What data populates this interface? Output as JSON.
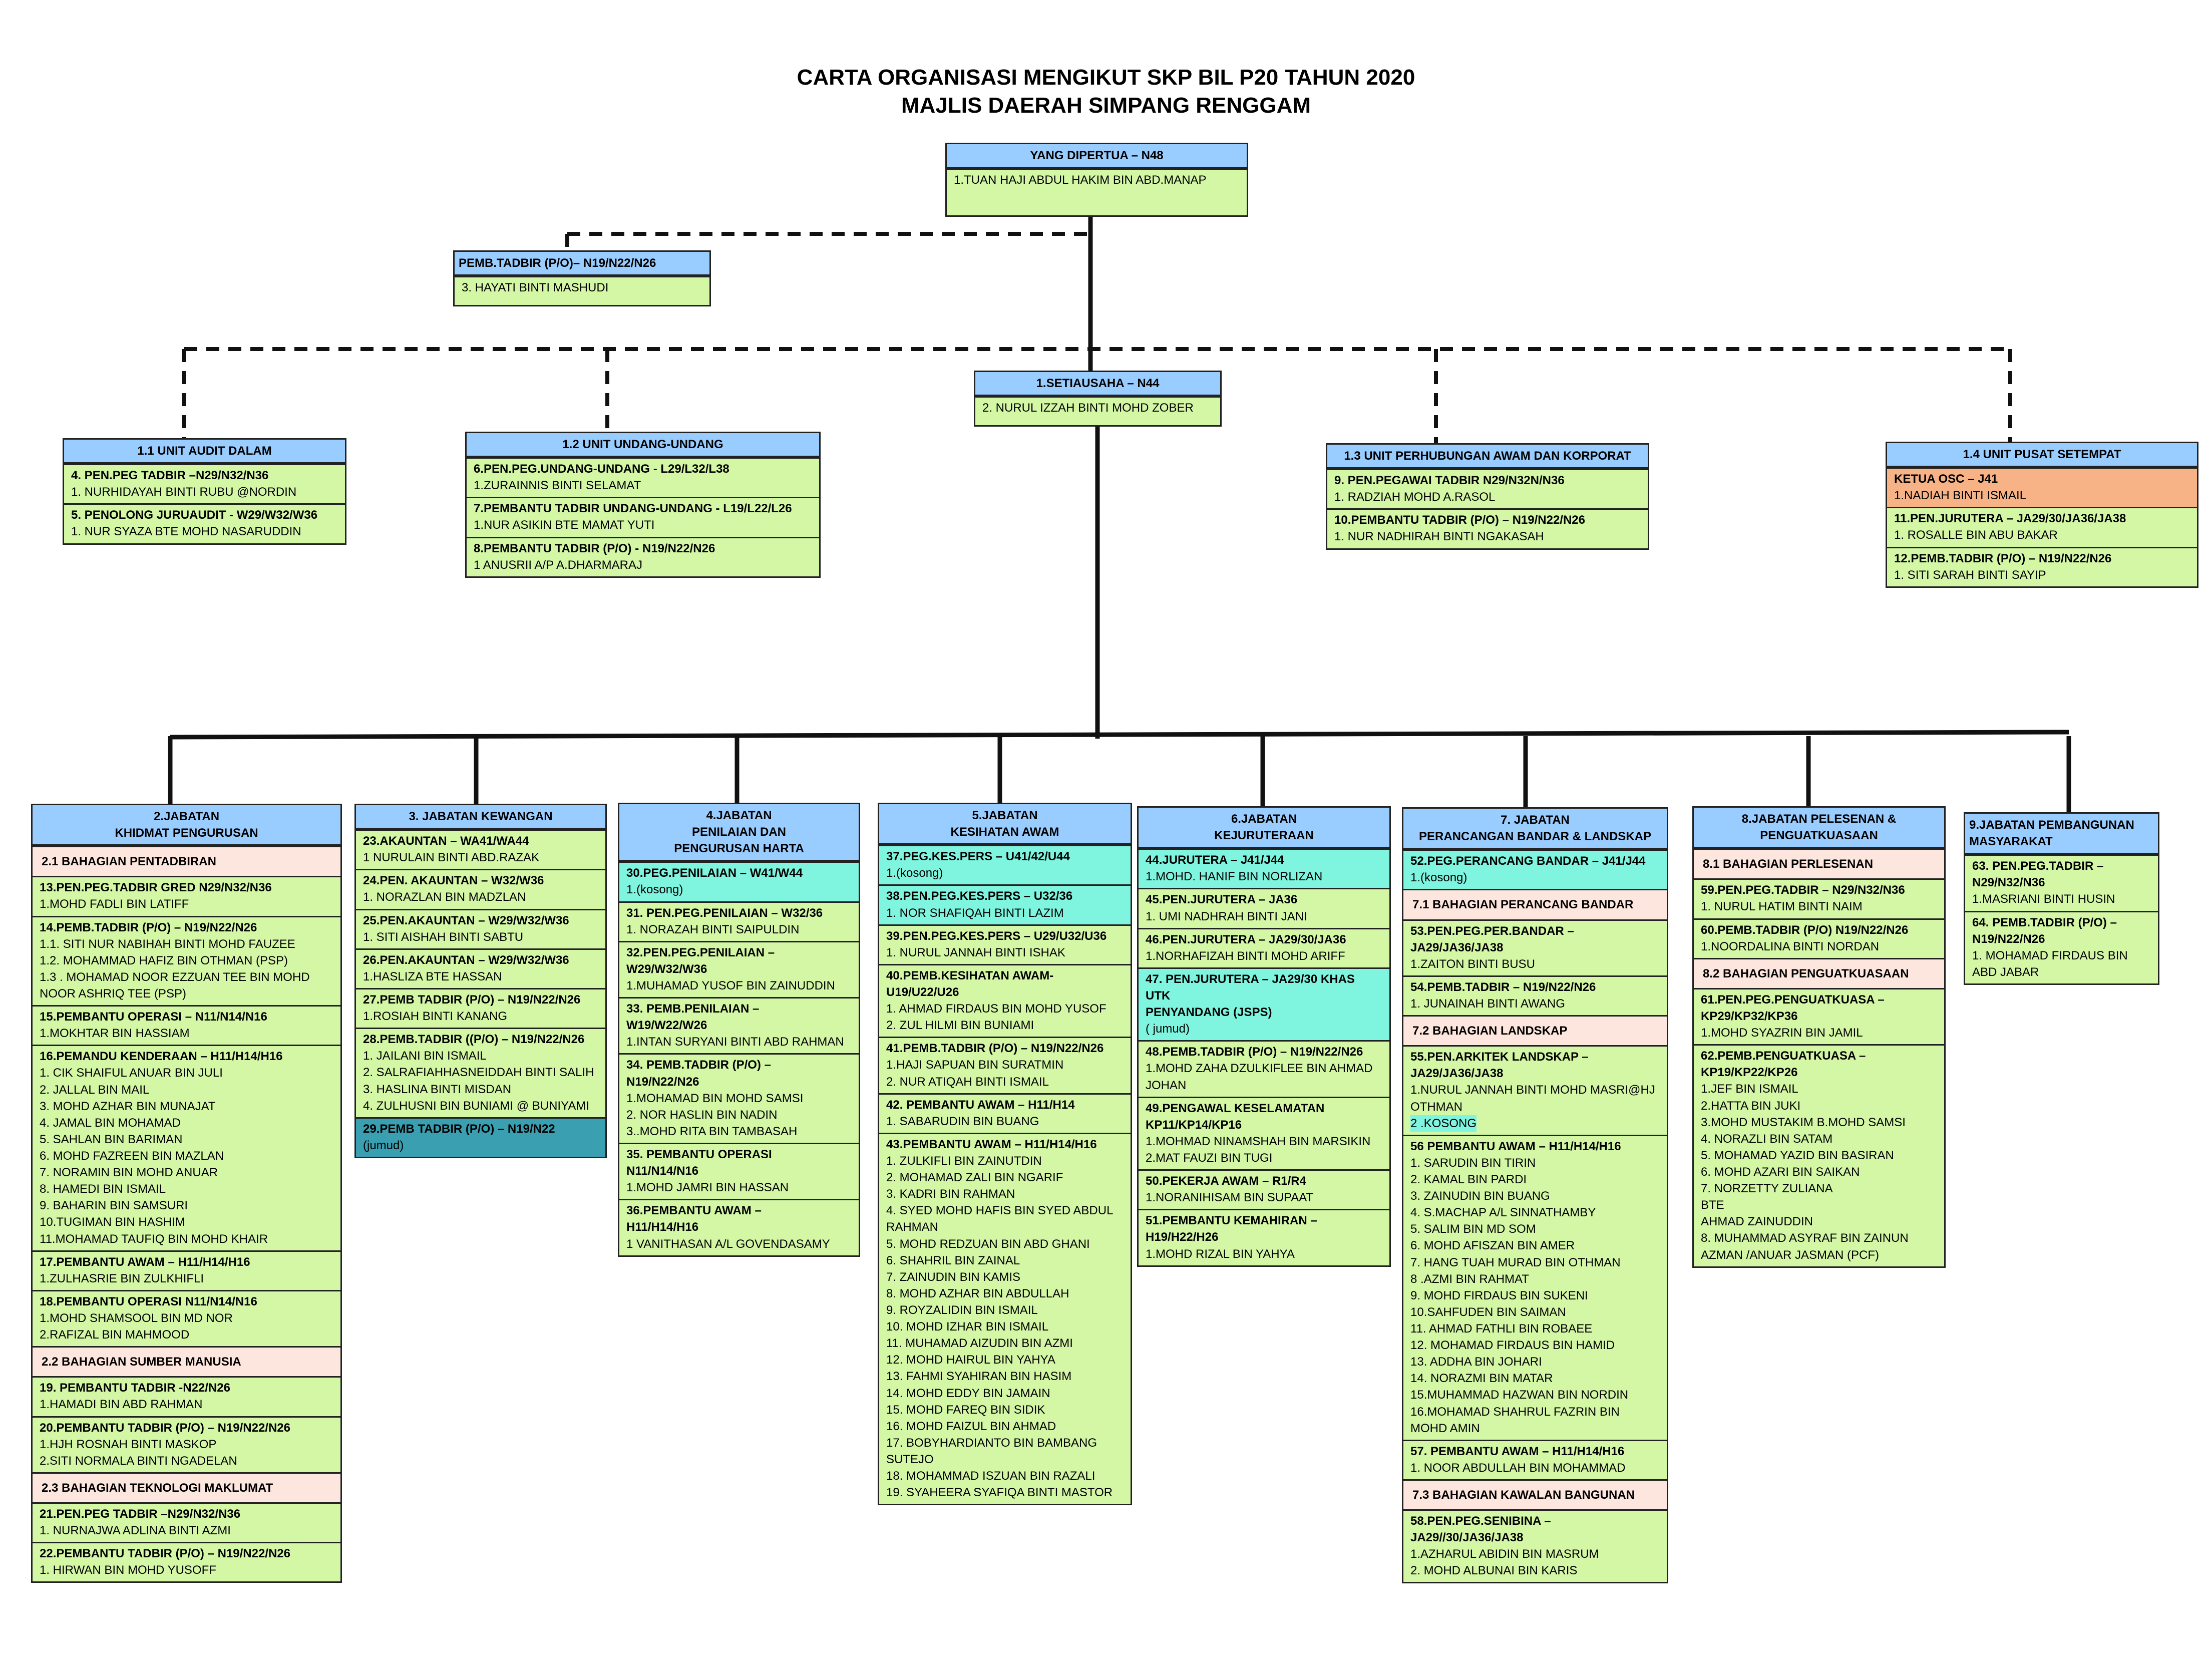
{
  "title": "CARTA ORGANISASI MENGIKUT SKP BIL P20 TAHUN 2020",
  "subtitle": "MAJLIS DAERAH SIMPANG RENGGAM",
  "colors": {
    "header": "#99ccff",
    "body": "#d4f7a6",
    "subsection": "#fde6dd",
    "cyan": "#7ff5e0",
    "teal": "#3a9fb0",
    "orange": "#f7b386",
    "line": "#111111"
  },
  "boxes": [
    {
      "id": "ydp",
      "header": "YANG DIPERTUA – N48",
      "sections": [
        {
          "lines": [
            "1.TUAN HAJI ABDUL HAKIM BIN ABD.MANAP"
          ]
        }
      ]
    },
    {
      "id": "pembtadbir",
      "header": "PEMB.TADBIR (P/O)– N19/N22/N26",
      "header_align": "left",
      "sections": [
        {
          "lines": [
            "3.  HAYATI BINTI MASHUDI"
          ]
        }
      ]
    },
    {
      "id": "setiausaha",
      "header": "1.SETIAUSAHA – N44",
      "sections": [
        {
          "lines": [
            "2.  NURUL IZZAH BINTI MOHD ZOBER"
          ]
        }
      ]
    },
    {
      "id": "audit",
      "header": "1.1 UNIT AUDIT DALAM",
      "sections": [
        {
          "title": "4.  PEN.PEG TADBIR  –N29/N32/N36",
          "lines": [
            "1.  NURHIDAYAH BINTI RUBU @NORDIN"
          ]
        },
        {
          "title": "5. PENOLONG JURUAUDIT  - W29/W32/W36",
          "lines": [
            "1. NUR SYAZA BTE MOHD NASARUDDIN"
          ]
        }
      ]
    },
    {
      "id": "undang",
      "header": "1.2 UNIT UNDANG-UNDANG",
      "sections": [
        {
          "title": "6.PEN.PEG.UNDANG-UNDANG  - L29/L32/L38",
          "lines": [
            "1.ZURAINNIS BINTI SELAMAT"
          ]
        },
        {
          "title": "7.PEMBANTU TADBIR UNDANG-UNDANG  - L19/L22/L26",
          "lines": [
            "1.NUR ASIKIN BTE MAMAT YUTI"
          ]
        },
        {
          "title": "8.PEMBANTU TADBIR (P/O)  - N19/N22/N26",
          "lines": [
            "1  ANUSRII A/P A.DHARMARAJ"
          ]
        }
      ]
    },
    {
      "id": "perhubungan",
      "header": "1.3 UNIT PERHUBUNGAN AWAM DAN KORPORAT",
      "sections": [
        {
          "title": "9. PEN.PEGAWAI TADBIR N29/N32N/N36",
          "lines": [
            "1.   RADZIAH MOHD A.RASOL"
          ]
        },
        {
          "title": "10.PEMBANTU TADBIR (P/O)  – N19/N22/N26",
          "lines": [
            "1. NUR NADHIRAH BINTI NGAKASAH"
          ]
        }
      ]
    },
    {
      "id": "setempat",
      "header": "1.4 UNIT PUSAT SETEMPAT",
      "sections": [
        {
          "title": "KETUA OSC – J41",
          "lines": [
            "1.NADIAH BINTI ISMAIL"
          ],
          "color": "orange"
        },
        {
          "title": "11.PEN.JURUTERA – JA29/30/JA36/JA38",
          "lines": [
            "1. ROSALLE BIN ABU BAKAR"
          ]
        },
        {
          "title": "12.PEMB.TADBIR (P/O) – N19/N22/N26",
          "lines": [
            "1. SITI SARAH BINTI SAYIP"
          ]
        }
      ]
    },
    {
      "id": "j2",
      "header": "2.JABATAN\nKHIDMAT PENGURUSAN",
      "sections": [
        {
          "sub": "2.1 BAHAGIAN PENTADBIRAN"
        },
        {
          "title": "13.PEN.PEG.TADBIR GRED N29/N32/N36",
          "lines": [
            "1.MOHD FADLI BIN LATIFF"
          ]
        },
        {
          "title": "14.PEMB.TADBIR (P/O) – N19/N22/N26",
          "lines": [
            "1.1. SITI NUR NABIHAH BINTI MOHD FAUZEE",
            "1.2. MOHAMMAD HAFIZ BIN OTHMAN (PSP)",
            "1.3 . MOHAMAD NOOR EZZUAN TEE BIN MOHD",
            "NOOR ASHRIQ TEE (PSP)"
          ]
        },
        {
          "title": "15.PEMBANTU OPERASI  – N11/N14/N16",
          "lines": [
            "1.MOKHTAR BIN HASSIAM"
          ]
        },
        {
          "title": "16.PEMANDU KENDERAAN – H11/H14/H16",
          "lines": [
            "1.  CIK SHAIFUL ANUAR BIN JULI",
            "2.  JALLAL BIN MAIL",
            "3.  MOHD AZHAR BIN MUNAJAT",
            "4.  JAMAL BIN MOHAMAD",
            "5.  SAHLAN BIN BARIMAN",
            "6.  MOHD FAZREEN BIN MAZLAN",
            "7.  NORAMIN BIN MOHD ANUAR",
            "8.  HAMEDI BIN ISMAIL",
            "9.  BAHARIN BIN SAMSURI",
            "10.TUGIMAN BIN HASHIM",
            "11.MOHAMAD TAUFIQ BIN MOHD KHAIR"
          ]
        },
        {
          "title": "17.PEMBANTU AWAM – H11/H14/H16",
          "lines": [
            "1.ZULHASRIE BIN ZULKHIFLI"
          ]
        },
        {
          "title": "18.PEMBANTU OPERASI N11/N14/N16",
          "lines": [
            "1.MOHD SHAMSOOL BIN MD NOR",
            "2.RAFIZAL BIN MAHMOOD"
          ]
        },
        {
          "sub": "2.2 BAHAGIAN SUMBER MANUSIA"
        },
        {
          "title": "19. PEMBANTU TADBIR -N22/N26",
          "lines": [
            "1.HAMADI BIN ABD RAHMAN"
          ]
        },
        {
          "title": "20.PEMBANTU TADBIR (P/O) – N19/N22/N26",
          "lines": [
            "1.HJH ROSNAH BINTI MASKOP",
            "2.SITI NORMALA BINTI NGADELAN"
          ]
        },
        {
          "sub": "2.3 BAHAGIAN TEKNOLOGI MAKLUMAT"
        },
        {
          "title": "21.PEN.PEG TADBIR  –N29/N32/N36",
          "lines": [
            "1. NURNAJWA ADLINA BINTI AZMI"
          ]
        },
        {
          "title": "22.PEMBANTU TADBIR (P/O) – N19/N22/N26",
          "lines": [
            "1. HIRWAN BIN MOHD YUSOFF"
          ]
        }
      ]
    },
    {
      "id": "j3",
      "header": "3. JABATAN KEWANGAN",
      "sections": [
        {
          "title": "23.AKAUNTAN – WA41/WA44",
          "lines": [
            "1 NURULAIN BINTI ABD.RAZAK"
          ]
        },
        {
          "title": "24.PEN. AKAUNTAN – W32/W36",
          "lines": [
            "1. NORAZLAN BIN MADZLAN"
          ]
        },
        {
          "title": "25.PEN.AKAUNTAN – W29/W32/W36",
          "lines": [
            "1. SITI AISHAH BINTI SABTU"
          ]
        },
        {
          "title": "26.PEN.AKAUNTAN – W29/W32/W36",
          "lines": [
            "1.HASLIZA BTE HASSAN"
          ]
        },
        {
          "title": "27.PEMB TADBIR (P/O) – N19/N22/N26",
          "lines": [
            "1.ROSIAH BINTI KANANG"
          ]
        },
        {
          "title": "28.PEMB.TADBIR ((P/O) – N19/N22/N26",
          "lines": [
            "1. JAILANI BIN ISMAIL",
            "2. SALRAFIAHHASNEIDDAH BINTI SALIH",
            "3. HASLINA BINTI MISDAN",
            "4. ZULHUSNI BIN BUNIAMI @ BUNIYAMI"
          ]
        },
        {
          "title": "29.PEMB TADBIR (P/O) – N19/N22",
          "lines": [
            "(jumud)"
          ],
          "color": "teal"
        }
      ]
    },
    {
      "id": "j4",
      "header": "4.JABATAN\nPENILAIAN DAN\nPENGURUSAN HARTA",
      "sections": [
        {
          "title": "30.PEG.PENILAIAN – W41/W44",
          "lines": [
            "1.(kosong)"
          ],
          "color": "cyan"
        },
        {
          "title": "31. PEN.PEG.PENILAIAN – W32/36",
          "lines": [
            "1. NORAZAH BINTI SAIPULDIN"
          ]
        },
        {
          "title": "32.PEN.PEG.PENILAIAN –\nW29/W32/W36",
          "lines": [
            "1.MUHAMAD YUSOF BIN ZAINUDDIN"
          ]
        },
        {
          "title": "33. PEMB.PENILAIAN –\nW19/W22/W26",
          "lines": [
            "1.INTAN SURYANI BINTI ABD RAHMAN"
          ]
        },
        {
          "title": "34. PEMB.TADBIR (P/O) –\nN19/N22/N26",
          "lines": [
            "1.MOHAMAD BIN MOHD SAMSI",
            "2. NOR HASLIN BIN NADIN",
            "3..MOHD RITA BIN TAMBASAH"
          ]
        },
        {
          "title": "35. PEMBANTU OPERASI\nN11/N14/N16",
          "lines": [
            "1.MOHD JAMRI BIN HASSAN"
          ]
        },
        {
          "title": "36.PEMBANTU AWAM –\nH11/H14/H16",
          "lines": [
            "1 VANITHASAN A/L GOVENDASAMY"
          ]
        }
      ]
    },
    {
      "id": "j5",
      "header": "5.JABATAN\nKESIHATAN AWAM",
      "sections": [
        {
          "title": "37.PEG.KES.PERS – U41/42/U44",
          "lines": [
            "1.(kosong)"
          ],
          "color": "cyan"
        },
        {
          "title": "38.PEN.PEG.KES.PERS – U32/36",
          "lines": [
            "1. NOR SHAFIQAH BINTI LAZIM"
          ],
          "color": "cyan"
        },
        {
          "title": "39.PEN.PEG.KES.PERS – U29/U32/U36",
          "lines": [
            "1. NURUL JANNAH BINTI ISHAK"
          ]
        },
        {
          "title": "40.PEMB.KESIHATAN AWAM-\nU19/U22/U26",
          "lines": [
            "1. AHMAD FIRDAUS BIN MOHD YUSOF",
            "2. ZUL HILMI BIN BUNIAMI"
          ]
        },
        {
          "title": "41.PEMB.TADBIR (P/O) – N19/N22/N26",
          "lines": [
            "1.HAJI SAPUAN BIN SURATMIN",
            "2. NUR ATIQAH BINTI ISMAIL"
          ]
        },
        {
          "title": "42. PEMBANTU AWAM – H11/H14",
          "lines": [
            "1. SABARUDIN BIN BUANG"
          ]
        },
        {
          "title": "43.PEMBANTU AWAM – H11/H14/H16",
          "lines": [
            "1. ZULKIFLI BIN ZAINUTDIN",
            "2. MOHAMAD ZALI BIN NGARIF",
            "3. KADRI BIN  RAHMAN",
            "4. SYED MOHD HAFIS BIN SYED ABDUL",
            "RAHMAN",
            "5. MOHD REDZUAN BIN ABD GHANI",
            "6. SHAHRIL BIN ZAINAL",
            "7. ZAINUDIN BIN KAMIS",
            "8. MOHD AZHAR BIN ABDULLAH",
            "9. ROYZALIDIN BIN ISMAIL",
            "10. MOHD IZHAR BIN ISMAIL",
            "11. MUHAMAD AIZUDIN BIN AZMI",
            "12. MOHD HAIRUL  BIN YAHYA",
            "13. FAHMI SYAHIRAN BIN HASIM",
            "14. MOHD EDDY BIN JAMAIN",
            "15. MOHD FAREQ BIN SIDIK",
            "16. MOHD FAIZUL BIN AHMAD",
            "17. BOBYHARDIANTO BIN BAMBANG",
            "SUTEJO",
            "18. MOHAMMAD ISZUAN BIN RAZALI",
            "19. SYAHEERA SYAFIQA BINTI MASTOR"
          ]
        }
      ]
    },
    {
      "id": "j6",
      "header": "6.JABATAN\nKEJURUTERAAN",
      "sections": [
        {
          "title": "44.JURUTERA – J41/J44",
          "lines": [
            "1.MOHD. HANIF BIN NORLIZAN"
          ],
          "color": "cyan"
        },
        {
          "title": "45.PEN.JURUTERA – JA36",
          "lines": [
            "1. UMI NADHRAH BINTI JANI"
          ]
        },
        {
          "title": "46.PEN.JURUTERA – JA29/30/JA36",
          "lines": [
            "1.NORHAFIZAH BINTI MOHD ARIFF"
          ]
        },
        {
          "title": "47. PEN.JURUTERA – JA29/30 KHAS UTK\nPENYANDANG (JSPS)",
          "lines": [
            "( jumud)"
          ],
          "color": "cyan"
        },
        {
          "title": "48.PEMB.TADBIR (P/O) – N19/N22/N26",
          "lines": [
            "1.MOHD ZAHA DZULKIFLEE BIN AHMAD",
            "JOHAN"
          ]
        },
        {
          "title": "49.PENGAWAL KESELAMATAN\nKP11/KP14/KP16",
          "lines": [
            "1.MOHMAD NINAMSHAH BIN MARSIKIN",
            "2.MAT FAUZI BIN TUGI"
          ]
        },
        {
          "title": "50.PEKERJA AWAM – R1/R4",
          "lines": [
            "1.NORANIHISAM BIN  SUPAAT"
          ]
        },
        {
          "title": "51.PEMBANTU KEMAHIRAN –\nH19/H22/H26",
          "lines": [
            "1.MOHD RIZAL BIN YAHYA"
          ]
        }
      ]
    },
    {
      "id": "j7",
      "header": "7. JABATAN\nPERANCANGAN BANDAR & LANDSKAP",
      "sections": [
        {
          "title": "52.PEG.PERANCANG BANDAR – J41/J44",
          "lines": [
            "1.(kosong)"
          ],
          "color": "cyan"
        },
        {
          "sub": "7.1 BAHAGIAN PERANCANG BANDAR"
        },
        {
          "title": "53.PEN.PEG.PER.BANDAR –\nJA29/JA36/JA38",
          "lines": [
            "1.ZAITON BINTI BUSU"
          ]
        },
        {
          "title": "54.PEMB.TADBIR – N19/N22/N26",
          "lines": [
            "1.  JUNAINAH BINTI AWANG"
          ]
        },
        {
          "sub": "7.2 BAHAGIAN LANDSKAP"
        },
        {
          "title": "55.PEN.ARKITEK LANDSKAP –\nJA29/JA36/JA38",
          "lines": [
            "1.NURUL JANNAH BINTI MOHD MASRI@HJ",
            "OTHMAN",
            "2 .KOSONG"
          ]
        },
        {
          "title": "56 PEMBANTU AWAM –  H11/H14/H16",
          "lines": [
            "1. SARUDIN BIN TIRIN",
            "2. KAMAL BIN PARDI",
            "3. ZAINUDIN BIN BUANG",
            "4. S.MACHAP A/L SINNATHAMBY",
            "5. SALIM BIN MD SOM",
            "6. MOHD AFISZAN BIN AMER",
            "7. HANG TUAH MURAD BIN OTHMAN",
            "8 .AZMI BIN RAHMAT",
            "9. MOHD FIRDAUS BIN SUKENI",
            "10.SAHFUDEN BIN SAIMAN",
            "11. AHMAD FATHLI BIN ROBAEE",
            "12. MOHAMAD FIRDAUS BIN HAMID",
            "13. ADDHA BIN JOHARI",
            "14. NORAZMI BIN MATAR",
            "15.MUHAMMAD HAZWAN BIN NORDIN",
            "16.MOHAMAD SHAHRUL FAZRIN BIN",
            "MOHD AMIN"
          ]
        },
        {
          "title": "57. PEMBANTU AWAM –  H11/H14/H16",
          "lines": [
            "1. NOOR ABDULLAH BIN MOHAMMAD"
          ]
        },
        {
          "sub": "7.3 BAHAGIAN KAWALAN BANGUNAN"
        },
        {
          "title": "58.PEN.PEG.SENIBINA –\nJA29//30/JA36/JA38",
          "lines": [
            "1.AZHARUL ABIDIN BIN MASRUM",
            "2. MOHD ALBUNAI BIN KARIS"
          ]
        }
      ]
    },
    {
      "id": "j8",
      "header": "8.JABATAN PELESENAN &\nPENGUATKUASAAN",
      "sections": [
        {
          "sub": "8.1 BAHAGIAN PERLESENAN"
        },
        {
          "title": "59.PEN.PEG.TADBIR – N29/N32/N36",
          "lines": [
            "1. NURUL HATIM BINTI NAIM"
          ]
        },
        {
          "title": "60.PEMB.TADBIR (P/O) N19/N22/N26",
          "lines": [
            "1.NOORDALINA BINTI NORDAN"
          ]
        },
        {
          "sub": "8.2 BAHAGIAN PENGUATKUASAAN"
        },
        {
          "title": "61.PEN.PEG.PENGUATKUASA –\nKP29/KP32/KP36",
          "lines": [
            "1.MOHD SYAZRIN BIN JAMIL"
          ]
        },
        {
          "title": "62.PEMB.PENGUATKUASA –\nKP19/KP22/KP26",
          "lines": [
            "1.JEF BIN ISMAIL",
            "2.HATTA BIN JUKI",
            "3.MOHD MUSTAKIM B.MOHD SAMSI",
            "4. NORAZLI BIN SATAM",
            "5. MOHAMAD YAZID BIN BASIRAN",
            "6.  MOHD AZARI BIN SAIKAN",
            "7.  NORZETTY ZULIANA",
            "BTE",
            "AHMAD ZAINUDDIN",
            "8. MUHAMMAD ASYRAF BIN ZAINUN",
            "AZMAN /ANUAR JASMAN (PCF)"
          ]
        }
      ]
    },
    {
      "id": "j9",
      "header": "9.JABATAN PEMBANGUNAN\nMASYARAKAT",
      "header_align": "left",
      "sections": [
        {
          "title": "63. PEN.PEG.TADBIR –\nN29/N32/N36",
          "lines": [
            "1.MASRIANI BINTI HUSIN"
          ]
        },
        {
          "title": "64. PEMB.TADBIR (P/O) –\nN19/N22/N26",
          "lines": [
            "1. MOHAMAD FIRDAUS BIN",
            "ABD  JABAR"
          ]
        }
      ]
    }
  ]
}
